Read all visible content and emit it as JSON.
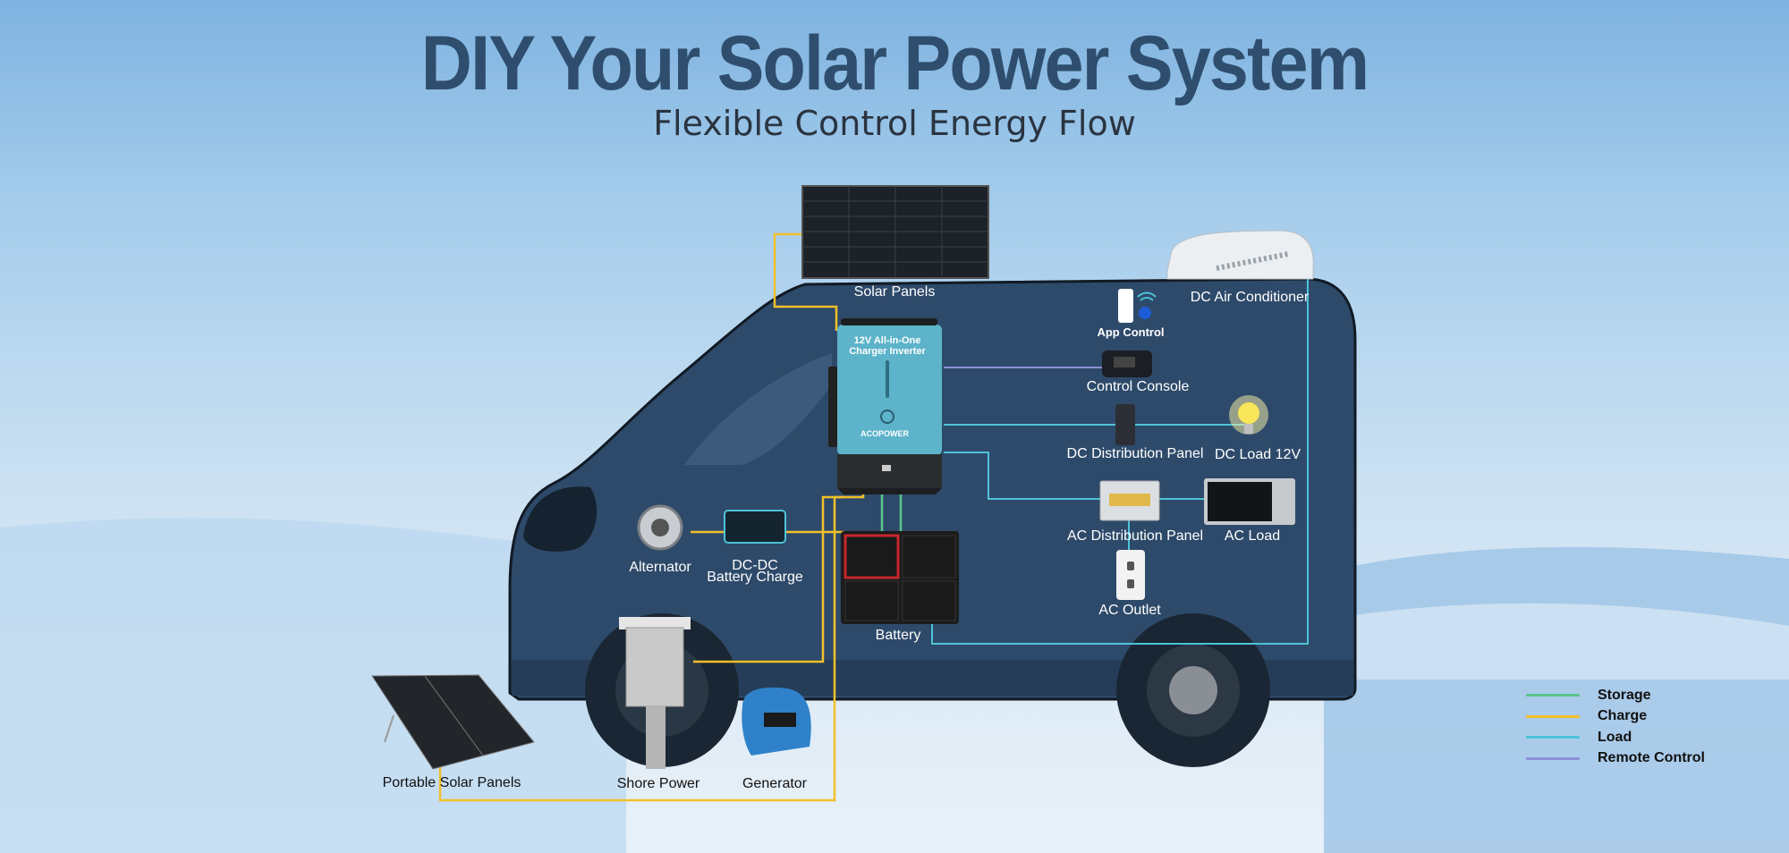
{
  "header": {
    "title": "DIY Your Solar Power System",
    "subtitle": "Flexible Control Energy Flow"
  },
  "components": {
    "solar_panels": "Solar Panels",
    "charger_inverter": "12V All-in-One Charger Inverter",
    "brand": "ACOPOWER",
    "app_control": "App Control",
    "control_console": "Control Console",
    "dc_air_conditioner": "DC Air Conditioner",
    "dc_distribution_panel": "DC Distribution Panel",
    "dc_load": "DC  Load 12V",
    "ac_distribution_panel": "AC Distribution Panel",
    "ac_load": "AC  Load",
    "ac_outlet": "AC Outlet",
    "alternator": "Alternator",
    "dcdc_line1": "DC-DC",
    "dcdc_line2": "Battery Charge",
    "battery": "Battery",
    "portable_solar_panels": "Portable Solar Panels",
    "shore_power": "Shore Power",
    "generator": "Generator"
  },
  "legend": [
    {
      "label": "Storage",
      "color": "#5cc48a"
    },
    {
      "label": "Charge",
      "color": "#f2c02a"
    },
    {
      "label": "Load",
      "color": "#4cc3d8"
    },
    {
      "label": "Remote Control",
      "color": "#8c8fd6"
    }
  ],
  "colors": {
    "van_body": "#2e4a6a",
    "title": "#2f4e6e",
    "storage": "#5cc48a",
    "charge": "#f2c02a",
    "load": "#4cc3d8",
    "remote_control": "#8c8fd6"
  }
}
